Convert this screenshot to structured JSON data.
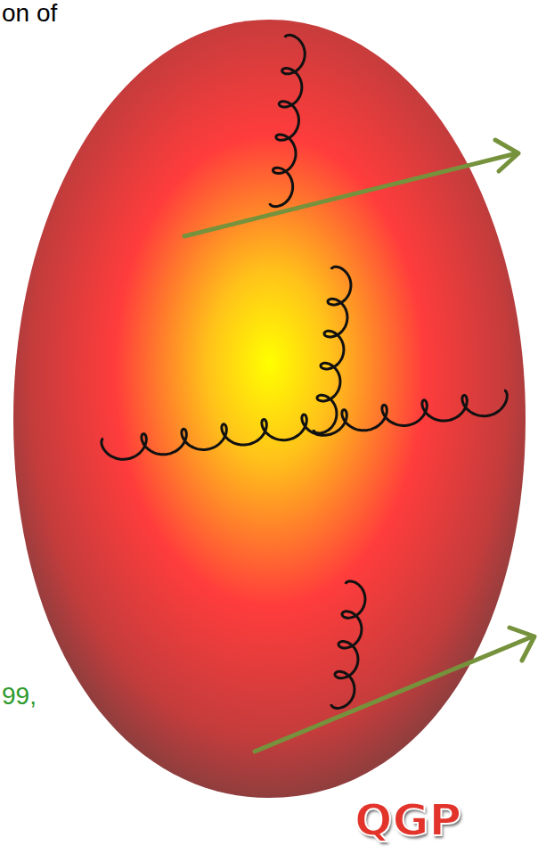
{
  "diagram": {
    "labels": [
      "on of",
      "99,",
      "QGP"
    ]
  }
}
